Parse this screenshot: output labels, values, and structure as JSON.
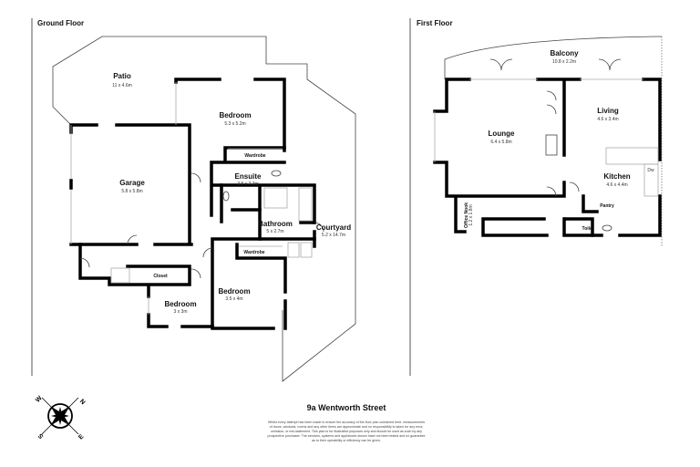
{
  "ground_floor": {
    "heading": "Ground Floor",
    "rooms": [
      {
        "name": "Patio",
        "size": "11 x 4.6m"
      },
      {
        "name": "Bedroom",
        "size": "5.3 x 5.2m"
      },
      {
        "name": "Wardrobe"
      },
      {
        "name": "Ensuite",
        "size": "3.5 x 2.3m"
      },
      {
        "name": "Garage",
        "size": "5.8 x 5.8m"
      },
      {
        "name": "Bathroom",
        "size": "5 x 2.7m"
      },
      {
        "name": "Courtyard",
        "size": "5.2 x 14.7m"
      },
      {
        "name": "Wardrobe"
      },
      {
        "name": "Closet"
      },
      {
        "name": "Bedroom",
        "size": "3 x 3m"
      },
      {
        "name": "Bedroom",
        "size": "3.5 x 4m"
      }
    ]
  },
  "first_floor": {
    "heading": "First Floor",
    "rooms": [
      {
        "name": "Balcony",
        "size": "10.8 x 2.2m"
      },
      {
        "name": "Lounge",
        "size": "6.4 x 5.8m"
      },
      {
        "name": "Living",
        "size": "4.6 x 3.4m"
      },
      {
        "name": "Kitchen",
        "size": "4.6 x 4.4m"
      },
      {
        "name": "Dw"
      },
      {
        "name": "Pantry"
      },
      {
        "name": "Toilet"
      },
      {
        "name": "Office Nook",
        "size": "1.2 x 1.8m"
      }
    ]
  },
  "compass": {
    "n": "N",
    "e": "E",
    "s": "S",
    "w": "W"
  },
  "title": "9a Wentworth Street",
  "disclaimer": [
    "Whilst every attempt has been made to ensure the accuracy of the floor plan contained here, measurements",
    "of doors, windows, rooms and any other items are approximate and no responsibility is taken for any error,",
    "omission, or mis-statement. This plan is for illustrative purposes only and should be used as such by any",
    "prospective purchaser. The services, systems and appliances shown have not been tested and no guarantee",
    "as to their operability or efficiency can be given."
  ]
}
